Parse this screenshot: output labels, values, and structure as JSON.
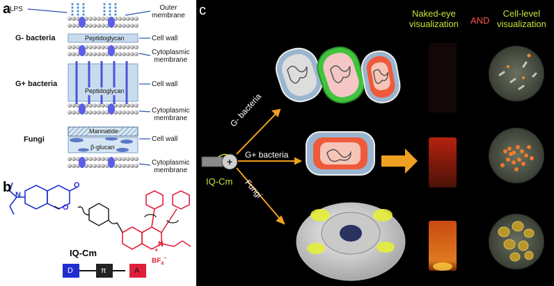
{
  "panel_a": {
    "letter": "a",
    "lps_label": "LPS",
    "gneg": {
      "title": "G- bacteria",
      "outer_membrane": "Outer\nmembrane",
      "cell_wall": "Cell wall",
      "peptidoglycan": "Peptidoglycan",
      "cyto": "Cytoplasmic\nmembrane"
    },
    "gpos": {
      "title": "G+ bacteria",
      "cell_wall": "Cell wall",
      "peptidoglycan": "Peptidoglycan",
      "cyto": "Cytoplasmic\nmembrane"
    },
    "fungi": {
      "title": "Fungi",
      "mannatide": "Mannatide",
      "glucan": "β-glucan",
      "cell_wall": "Cell wall",
      "cyto": "Cytoplasmic\nmembrane"
    }
  },
  "panel_b": {
    "letter": "b",
    "name": "IQ-Cm",
    "counterion": "BF",
    "counterion_sub": "4",
    "counterion_sup": "−",
    "cation_charge": "+",
    "n_atom": "N",
    "n_atom2": "N",
    "o_atom": "O",
    "o_atom2": "O",
    "d": "D",
    "pi": "π",
    "a": "A"
  },
  "panel_c": {
    "letter": "c",
    "naked_eye": "Naked-eye\nvisualization",
    "and": "AND",
    "cell_level": "Cell-level\nvisualization",
    "probe": "IQ-Cm",
    "gneg": "G- bacteria",
    "gpos": "G+ bacteria",
    "fungi": "Fungi"
  },
  "colors": {
    "membrane_blue": "#5a5ee8",
    "peptidoglycan": "#c9dcef",
    "arrow_orange": "#f0a020",
    "yellow_green_text": "#c8e23a",
    "and_red": "#ff5050",
    "donor_blue": "#1f2fd0",
    "acceptor_red": "#e0203a"
  }
}
